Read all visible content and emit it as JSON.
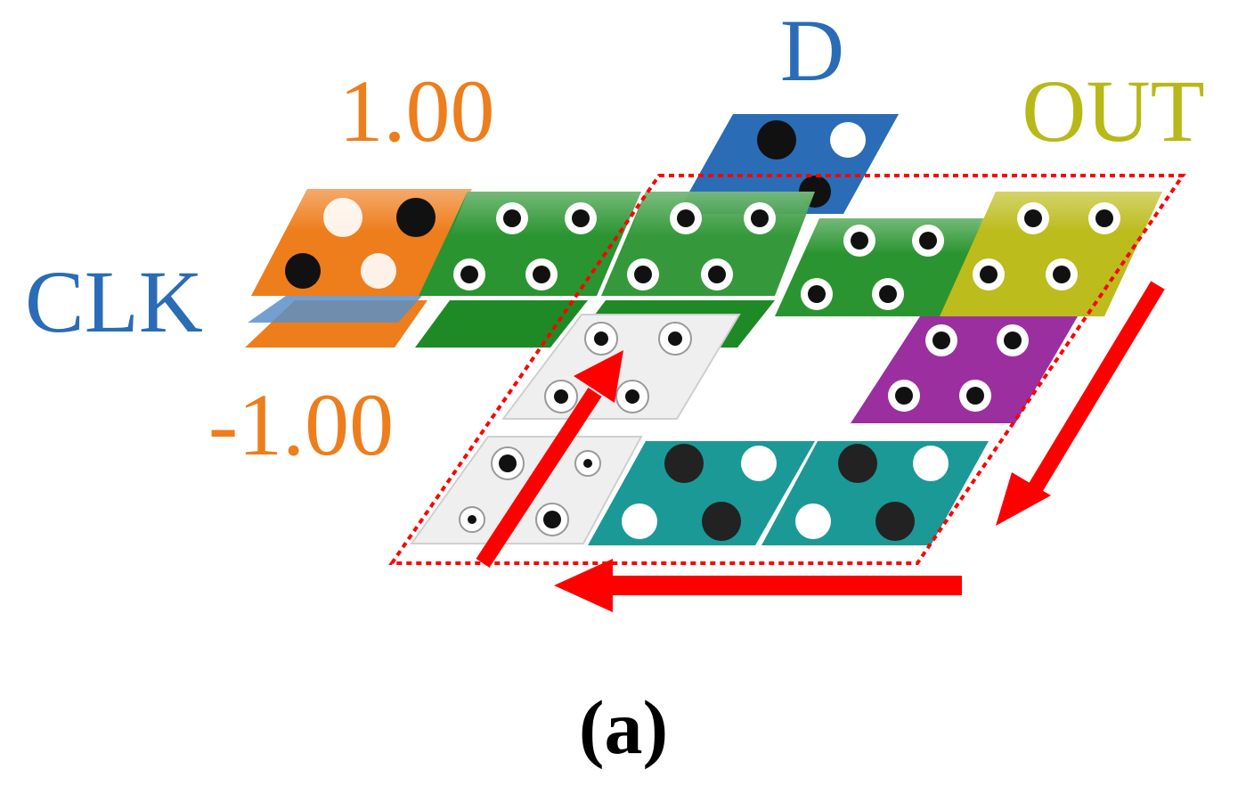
{
  "labels": {
    "d": "D",
    "out": "OUT",
    "clk": "CLK",
    "pos": "1.00",
    "neg": "-1.00"
  },
  "caption": "(a)",
  "colors": {
    "orange": "#ee7d1c",
    "blue": "#2a6cb6",
    "green": "#2a9430",
    "green_dark": "#1e7f25",
    "olive": "#bcbc1c",
    "purple": "#9b2fa0",
    "teal": "#1b9996",
    "white_cell": "#efefef",
    "arrow_red": "#ff0000",
    "d_text": "#2a6cb6",
    "out_text": "#b8b818",
    "clk_text": "#2a6cb6",
    "value_text": "#ee7d1c"
  },
  "icons": {
    "clock_arrows": "red-arrow-icon",
    "border": "dashed-red-border"
  }
}
